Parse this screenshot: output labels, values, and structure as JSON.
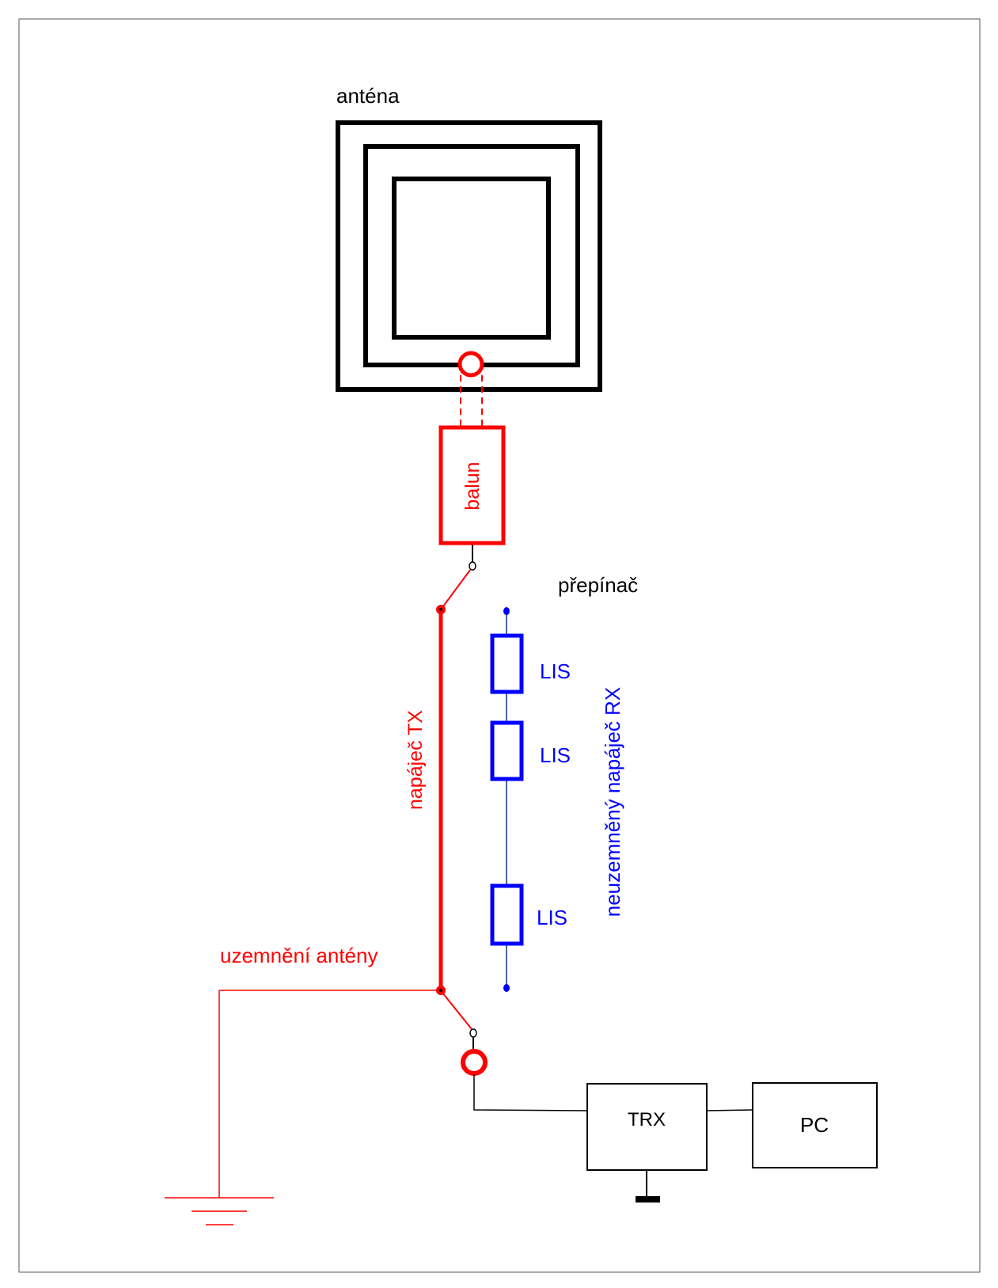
{
  "colors": {
    "tx": "#ff0000",
    "rx": "#0000ff",
    "ink": "#000000",
    "frame": "#555555"
  },
  "labels": {
    "antenna": "anténa",
    "balun": "balun",
    "switch": "přepínač",
    "tx_feeder": "napáječ TX",
    "rx_feeder": "neuzemněný napáječ RX",
    "lis_1": "LIS",
    "lis_2": "LIS",
    "lis_3": "LIS",
    "ground": "uzemnění antény",
    "trx": "TRX",
    "pc": "PC"
  }
}
